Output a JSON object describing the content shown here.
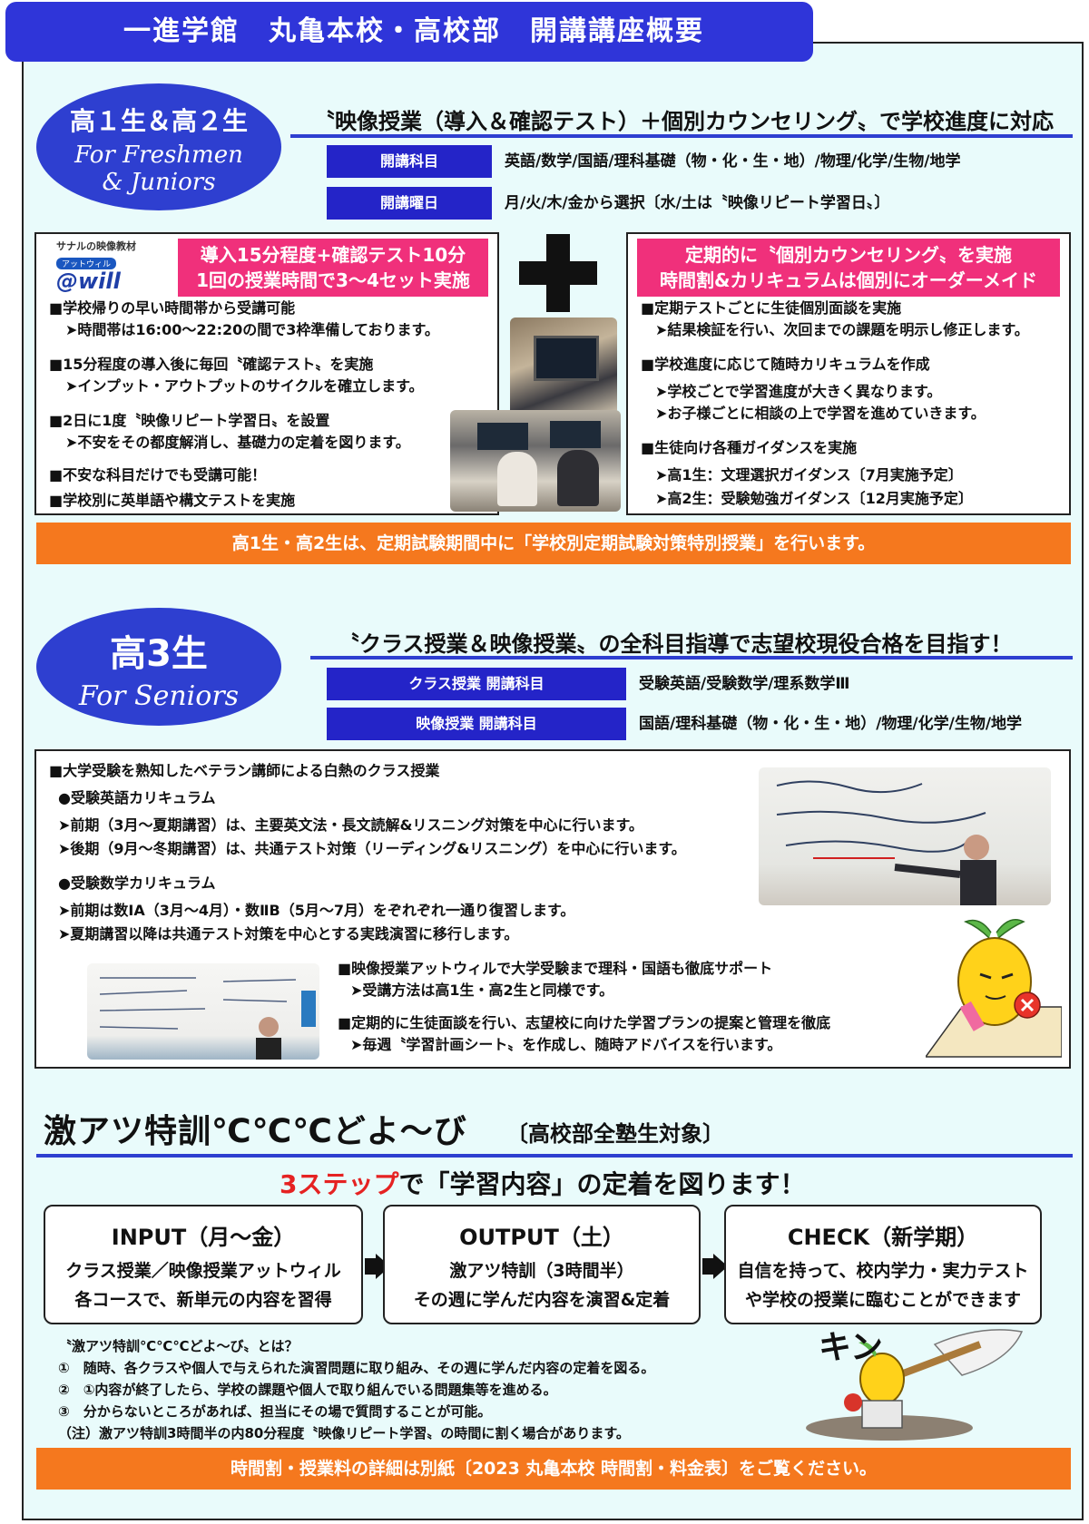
{
  "header": {
    "title": "一進学館　丸亀本校・高校部　開講講座概要"
  },
  "sec1": {
    "oval": {
      "big": "高１生＆高２生",
      "eng1": "For Freshmen",
      "eng2": "& Juniors"
    },
    "headline": "〝映像授業（導入＆確認テスト）＋個別カウンセリング〟で学校進度に対応",
    "rows": [
      {
        "label": "開講科目",
        "value": "英語/数学/国語/理科基礎（物・化・生・地）/物理/化学/生物/地学"
      },
      {
        "label": "開講曜日",
        "value": "月/火/木/金から選択〔水/土は〝映像リピート学習日〟〕"
      }
    ],
    "left": {
      "logo_top": "サナルの映像教材",
      "logo_mid": "アットウィル",
      "logo_main": "@will",
      "pink1": "導入15分程度+確認テスト10分",
      "pink2": "1回の授業時間で3～4セット実施",
      "lines": [
        "■学校帰りの早い時間帯から受講可能",
        "➤時間帯は16:00～22:20の間で3枠準備しております。",
        "■15分程度の導入後に毎回〝確認テスト〟を実施",
        "➤インプット・アウトプットのサイクルを確立します。",
        "■2日に1度〝映像リピート学習日〟を設置",
        "➤不安をその都度解消し、基礎力の定着を図ります。",
        "■不安な科目だけでも受講可能！",
        "■学校別に英単語や構文テストを実施"
      ]
    },
    "right": {
      "pink1": "定期的に〝個別カウンセリング〟を実施",
      "pink2": "時間割&カリキュラムは個別にオーダーメイド",
      "lines": [
        "■定期テストごとに生徒個別面談を実施",
        "➤結果検証を行い、次回までの課題を明示し修正します。",
        "■学校進度に応じて随時カリキュラムを作成",
        "➤学校ごとで学習進度が大きく異なります。",
        "➤お子様ごとに相談の上で学習を進めていきます。",
        "■生徒向け各種ガイダンスを実施",
        "➤高1生：文理選択ガイダンス〔7月実施予定〕",
        "➤高2生：受験勉強ガイダンス〔12月実施予定〕"
      ]
    },
    "orange": "高1生・高2生は、定期試験期間中に「学校別定期試験対策特別授業」を行います。"
  },
  "sec2": {
    "oval": {
      "big": "高3生",
      "eng1": "For Seniors"
    },
    "headline": "〝クラス授業＆映像授業〟の全科目指導で志望校現役合格を目指す！",
    "rows": [
      {
        "label": "クラス授業 開講科目",
        "value": "受験英語/受験数学/理系数学Ⅲ"
      },
      {
        "label": "映像授業 開講科目",
        "value": "国語/理科基礎（物・化・生・地）/物理/化学/生物/地学"
      }
    ],
    "lines": [
      "■大学受験を熟知したベテラン講師による白熱のクラス授業",
      "●受験英語カリキュラム",
      "➤前期（3月～夏期講習）は、主要英文法・長文読解&リスニング対策を中心に行います。",
      "➤後期（9月～冬期講習）は、共通テスト対策（リーディング&リスニング）を中心に行います。",
      "●受験数学カリキュラム",
      "➤前期は数ⅠA（3月～4月）・数ⅡB（5月～7月）をぞれぞれ一通り復習します。",
      "➤夏期講習以降は共通テスト対策を中心とする実践演習に移行します。"
    ],
    "lines2": [
      "■映像授業アットウィルで大学受験まで理科・国語も徹底サポート",
      "➤受講方法は高1生・高2生と同様です。",
      "■定期的に生徒面談を行い、志望校に向けた学習プランの提案と管理を徹底",
      "➤毎週〝学習計画シート〟を作成し、随時アドバイスを行います。"
    ]
  },
  "sec3": {
    "title": "激アツ特訓℃℃℃どよ～び",
    "title_sub": "〔高校部全塾生対象〕",
    "catch_red": "3ステップ",
    "catch_rest": "で「学習内容」の定着を図ります！",
    "steps": [
      {
        "title": "INPUT（月～金）",
        "d1": "クラス授業／映像授業アットウィル",
        "d2": "各コースで、新単元の内容を習得"
      },
      {
        "title": "OUTPUT（土）",
        "d1": "激アツ特訓（3時間半）",
        "d2": "その週に学んだ内容を演習&定着"
      },
      {
        "title": "CHECK（新学期）",
        "d1": "自信を持って、校内学力・実力テスト",
        "d2": "や学校の授業に臨むことができます"
      }
    ],
    "notes": [
      "〝激アツ特訓℃℃℃どよ～び〟とは？",
      "①　随時、各クラスや個人で与えられた演習問題に取り組み、その週に学んだ内容の定着を図る。",
      "②　①内容が終了したら、学校の課題や個人で取り組んでいる問題集等を進める。",
      "③　分からないところがあれば、担当にその場で質問することが可能。",
      "（注）激アツ特訓3時間半の内80分程度〝映像リピート学習〟の時間に割く場合があります。"
    ],
    "kin": "キン",
    "orange": "時間割・授業料の詳細は別紙〔2023 丸亀本校 時間割・料金表〕をご覧ください。"
  }
}
